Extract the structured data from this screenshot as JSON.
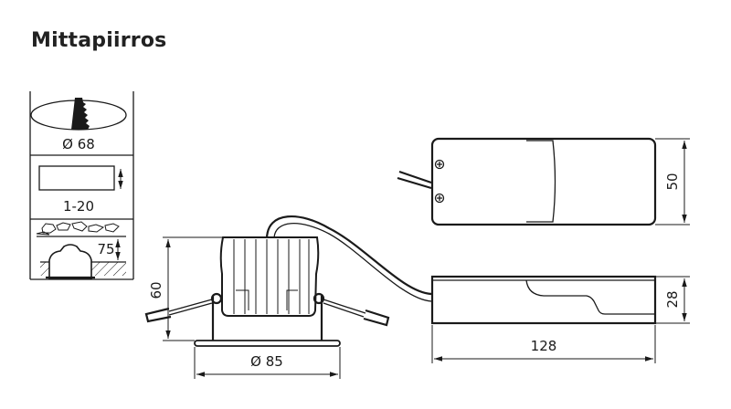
{
  "title": "Mittapiirros",
  "installation": {
    "cutout_label": "Ø 68",
    "ceiling_thickness_label": "1-20",
    "recess_depth_label": "75"
  },
  "luminaire": {
    "height_label": "60",
    "diameter_label": "Ø 85"
  },
  "driver": {
    "width_label": "50",
    "height_label": "28",
    "length_label": "128"
  }
}
